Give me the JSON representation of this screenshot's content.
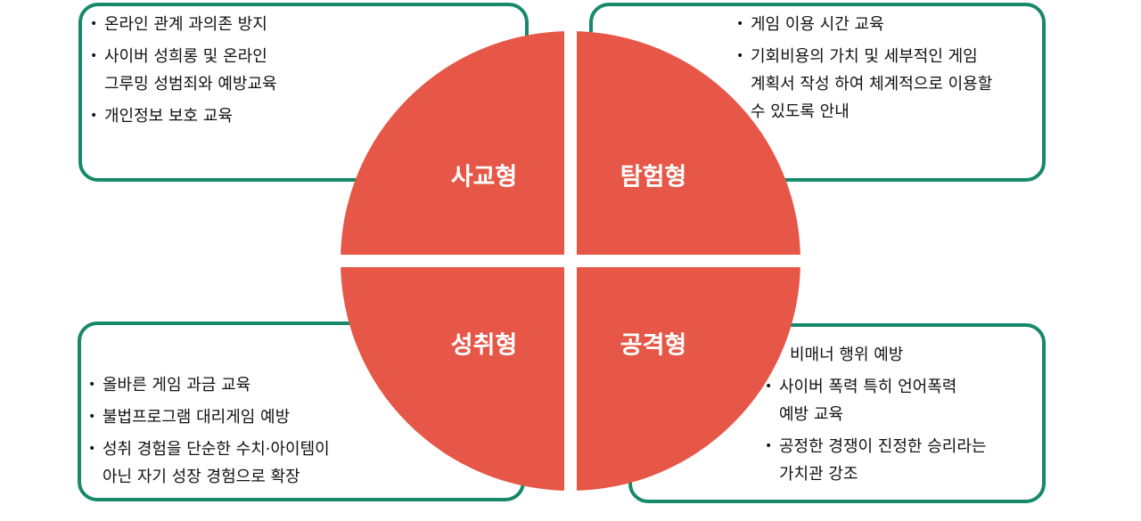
{
  "colors": {
    "quadrant": "#E65747",
    "border": "#16896a",
    "label_text": "#ffffff"
  },
  "quadrants": {
    "social": {
      "label": "사교형",
      "items": [
        "온라인 관계 과의존 방지",
        "사이버 성희롱 및 온라인\n그루밍 성범죄와 예방교육",
        "개인정보 보호 교육"
      ]
    },
    "explorer": {
      "label": "탐험형",
      "items": [
        "게임 이용 시간 교육",
        "기회비용의 가치 및 세부적인 게임\n계획서 작성 하여 체계적으로 이용할\n수 있도록 안내"
      ]
    },
    "achiever": {
      "label": "성취형",
      "items": [
        "올바른 게임 과금 교육",
        "불법프로그램 대리게임 예방",
        "성취 경험을 단순한 수치·아이템이\n아닌 자기 성장 경험으로 확장"
      ]
    },
    "killer": {
      "label": "공격형",
      "items": [
        "비매너 행위 예방",
        "사이버 폭력 특히 언어폭력\n예방 교육",
        "공정한 경쟁이 진정한 승리라는\n가치관 강조"
      ]
    }
  }
}
